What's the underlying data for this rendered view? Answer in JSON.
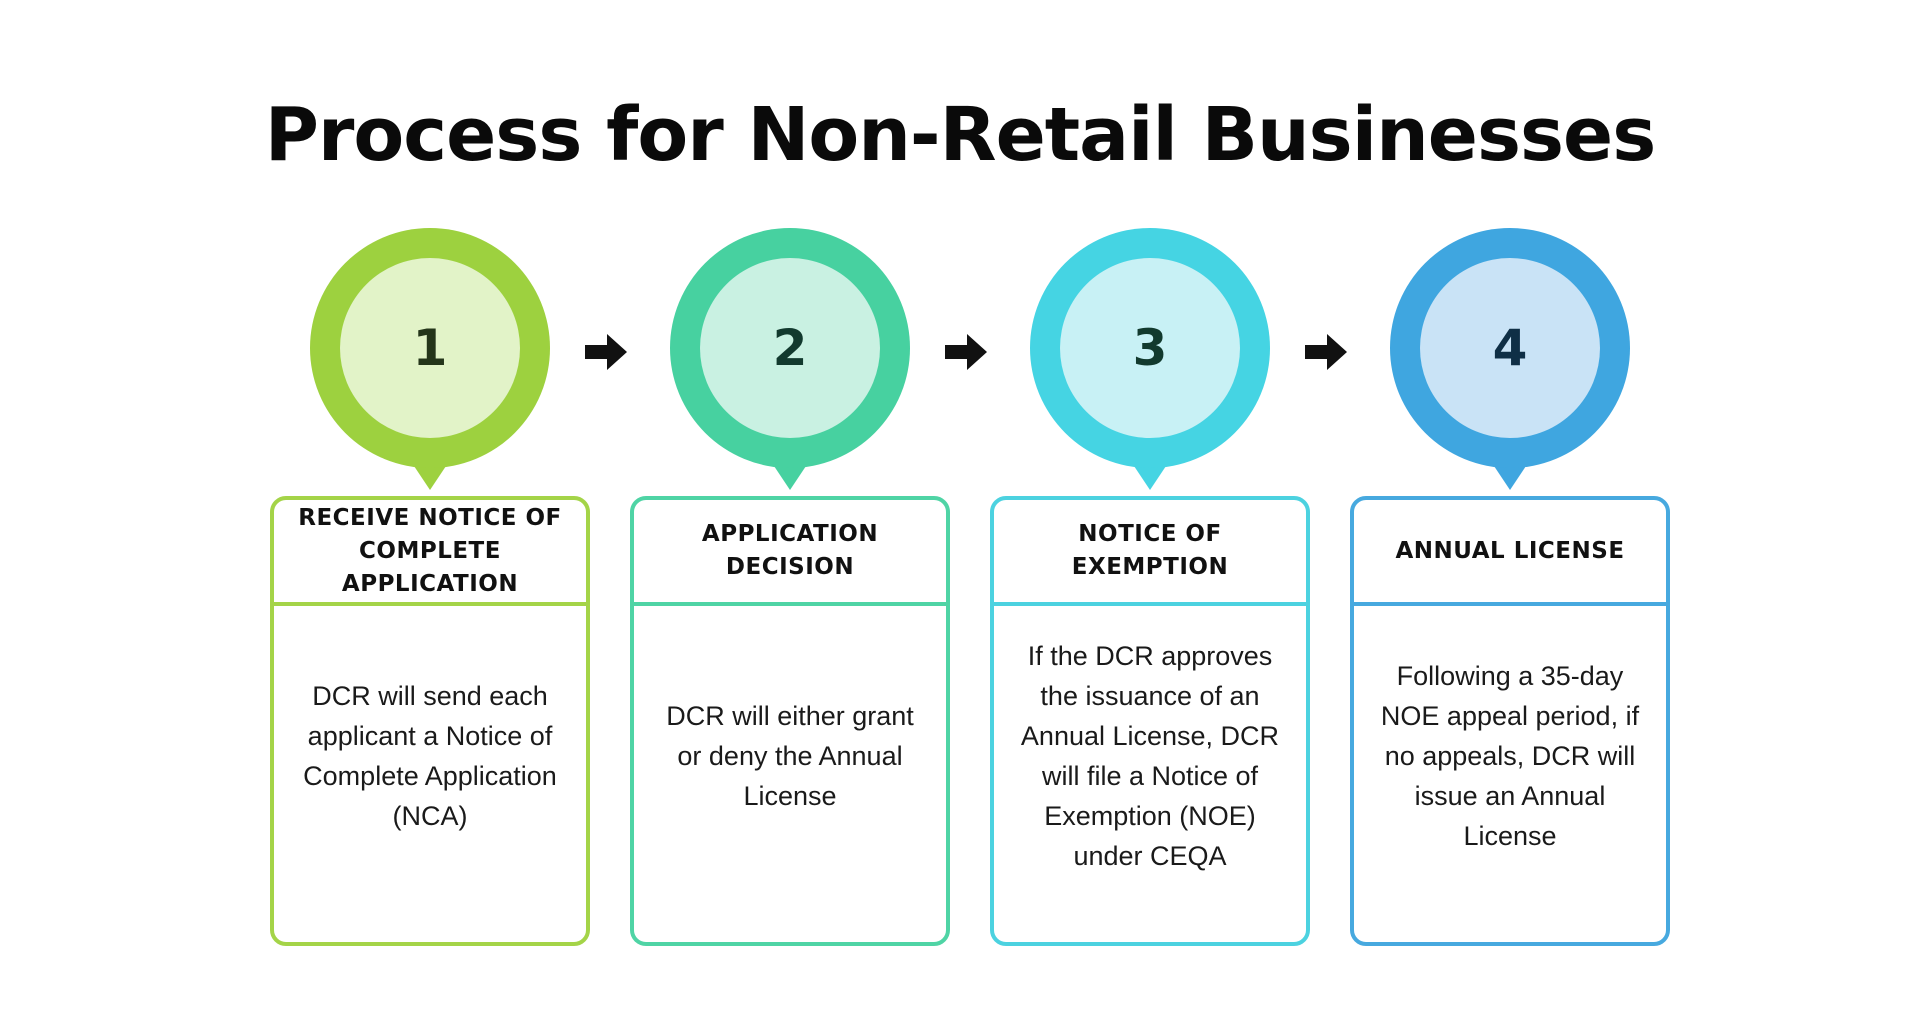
{
  "title": "Process for Non-Retail Businesses",
  "steps": [
    {
      "number": "1",
      "heading": "RECEIVE NOTICE OF COMPLETE APPLICATION",
      "description": "DCR will send each applicant a Notice of Complete Application (NCA)",
      "color": "#9dd13f",
      "inner_color": "#e2f3c8",
      "border_color": "#a4d448"
    },
    {
      "number": "2",
      "heading": "APPLICATION DECISION",
      "description": "DCR will either grant or deny the Annual License",
      "color": "#47d1a0",
      "inner_color": "#c9f1e2",
      "border_color": "#4fd4a5"
    },
    {
      "number": "3",
      "heading": "NOTICE OF EXEMPTION",
      "description": "If the DCR approves the issuance of an Annual License, DCR will file a Notice of Exemption (NOE) under CEQA",
      "color": "#45d4e3",
      "inner_color": "#c8f1f5",
      "border_color": "#4cd2e0"
    },
    {
      "number": "4",
      "heading": "ANNUAL LICENSE",
      "description": "Following a 35-day NOE appeal period, if no appeals, DCR will issue an Annual License",
      "color": "#3fa6e0",
      "inner_color": "#c9e3f6",
      "border_color": "#47a9df"
    }
  ],
  "arrow_color": "#111111"
}
